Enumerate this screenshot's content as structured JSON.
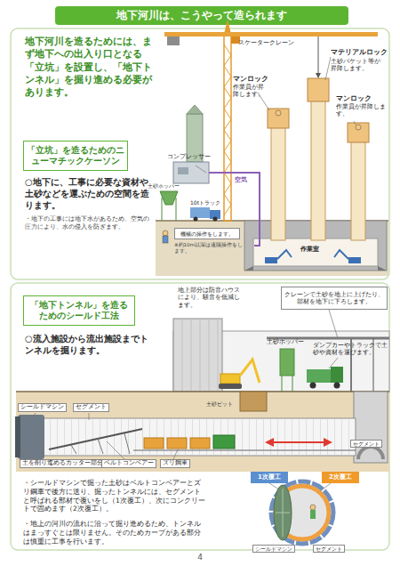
{
  "diagram": {
    "title": "地下河川は、こうやって造られます",
    "nodes": [
      {
        "text": [
          "「立坑」を造るためのニューマチックケーソン"
        ]
      },
      {
        "text": [
          "機械の操作をします。"
        ]
      },
      {
        "text": [
          "「地下トンネル」を造るためのシールド工法"
        ]
      },
      {
        "text": [
          "クレーンで土砂を地上に上げたり、部材を地下に下ろします。"
        ]
      },
      {
        "text": [
          "1次覆工"
        ]
      },
      {
        "text": [
          "2次覆工"
        ]
      }
    ],
    "labels": [
      "地下河川を造るためには、まず地下への出入り口となる「立坑」を設置し、「地下トンネル」を掘り進める必要があります。",
      "スケータークレーン",
      "マテリアルロック",
      "土砂バケット等が昇降します。",
      "マンロック",
      "作業員が昇降します。",
      "マンロック",
      "作業員が昇降します。",
      "○地下に、工事に必要な資材や土砂などを運ぶための空間を造ります。",
      "・地下の工事には地下水があるため、空気の圧力により、水の侵入を防ぎます。",
      "コンプレッサー",
      "空気",
      "土砂ホッパー",
      "10tトラック",
      "※約10m以深は遠隔操作をします。",
      "作業室",
      "地上部分は防音ハウスにより、騒音を低減します。",
      "○流入施設から流出施設までトンネルを掘ります。",
      "土砂ホッパー",
      "ダンプカーやトラックで土砂や資材を運びます。",
      "土砂ピット",
      "シールドマシン",
      "セグメント",
      "セグメント",
      "土を削り進めるカッター部分",
      "ベルトコンベアー",
      "ズリ鋼車",
      "・シールドマシンで掘った土砂はベルトコンベアーとズリ鋼車で後方に送り、掘ったトンネルには、セグメントと呼ばれる部材で覆いをし（1次覆工）、次にコンクリートで固めます（2次覆工）。",
      "・地上の河川の流れに沿って掘り進めるため、トンネルはまっすぐとは限りません。そのためカーブがある部分は慎重に工事を行います。",
      "シールドマシン",
      "セグメント",
      "4"
    ]
  }
}
